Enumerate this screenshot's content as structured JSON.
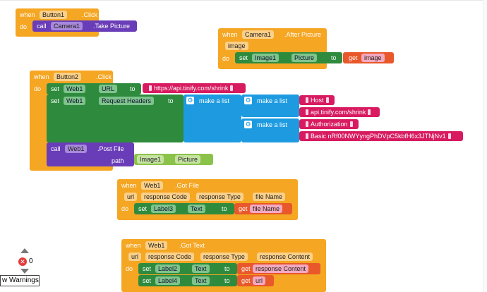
{
  "blocks": {
    "button1_click": {
      "when": "when",
      "component": "Button1",
      "event": ".Click",
      "do": "do",
      "call": "call",
      "call_component": "Camera1",
      "method": ".Take Picture"
    },
    "camera1_after": {
      "when": "when",
      "component": "Camera1",
      "event": ".After Picture",
      "param": "image",
      "do": "do",
      "set": "set",
      "target": "Image1",
      "property": "Picture",
      "to": "to",
      "get": "get",
      "get_var": "image"
    },
    "button2_click": {
      "when": "when",
      "component": "Button2",
      "event": ".Click",
      "do": "do",
      "set1": "set",
      "set1_comp": "Web1",
      "set1_prop": "URL",
      "set1_to": "to",
      "url_string": "https://api.tinify.com/shrink",
      "set2": "set",
      "set2_comp": "Web1",
      "set2_prop": "Request Headers",
      "set2_to": "to",
      "make_list_outer": "make a list",
      "make_list_1": "make a list",
      "host_key": "Host",
      "host_val": "api.tinify.com/shrink",
      "make_list_2": "make a list",
      "auth_key": "Authorization",
      "auth_val": "Basic nRf00NWYyngPhDVpC5kbfH6x3JTNjNv1",
      "call": "call",
      "call_comp": "Web1",
      "call_method": ".Post File",
      "path": "path",
      "path_comp": "Image1",
      "path_prop": "Picture"
    },
    "web1_gotfile": {
      "when": "when",
      "component": "Web1",
      "event": ".Got File",
      "params": [
        "url",
        "response Code",
        "response Type",
        "file Name"
      ],
      "do": "do",
      "set": "set",
      "target": "Label3",
      "property": "Text",
      "to": "to",
      "get": "get",
      "get_var": "file Name"
    },
    "web1_gottext": {
      "when": "when",
      "component": "Web1",
      "event": ".Got Text",
      "params": [
        "url",
        "response Code",
        "response Type",
        "response Content"
      ],
      "do": "do",
      "set1": "set",
      "set1_target": "Label2",
      "set1_prop": "Text",
      "set1_to": "to",
      "get1": "get",
      "get1_var": "response Content",
      "set2": "set",
      "set2_target": "Label4",
      "set2_prop": "Text",
      "set2_to": "to",
      "get2": "get",
      "get2_var": "url"
    }
  },
  "workspace_controls": {
    "error_count": "0",
    "warnings_label": "w Warnings"
  },
  "colors": {
    "event": "#f5a623",
    "procedure": "#6a3db8",
    "setter": "#2e8b3e",
    "getter_component": "#8bc34a",
    "list": "#1e9be0",
    "text": "#d81b60",
    "variable_get": "#e8582a"
  }
}
